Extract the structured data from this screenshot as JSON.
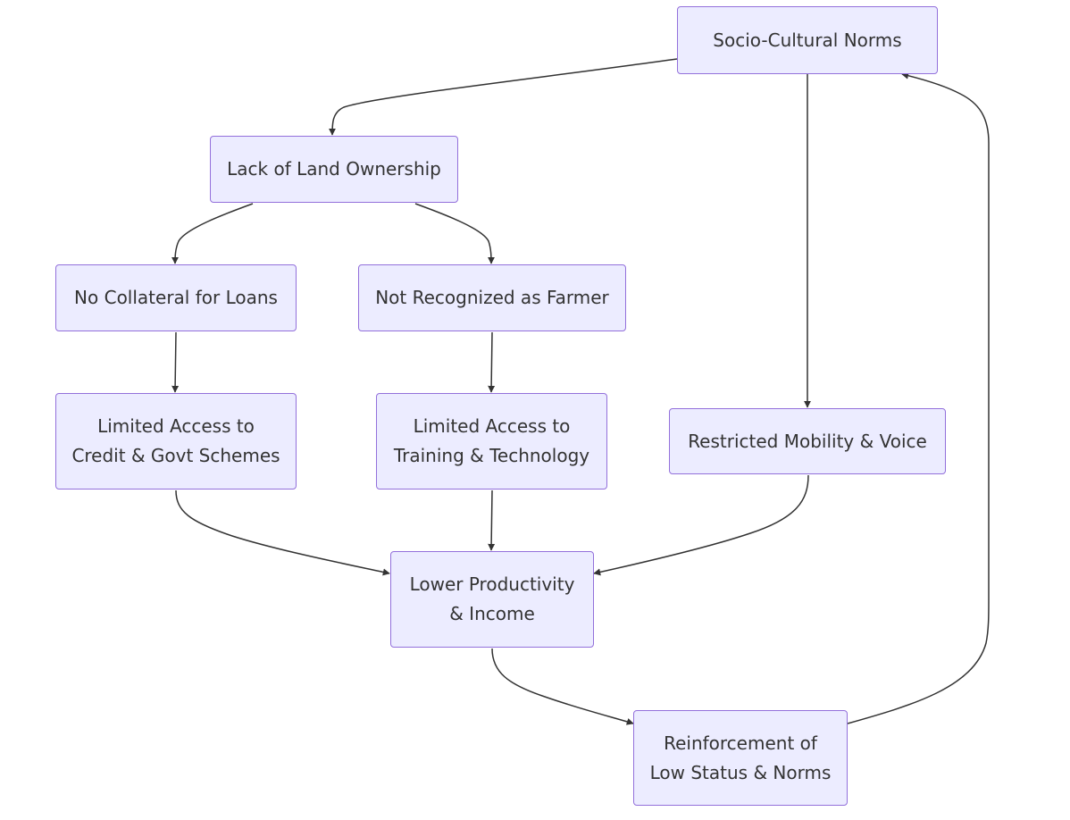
{
  "colors": {
    "node_fill": "#ECECFF",
    "node_border": "#9370DB",
    "edge": "#333333",
    "text": "#333333"
  },
  "nodes": {
    "socio": {
      "lines": [
        "Socio-Cultural Norms"
      ]
    },
    "land": {
      "lines": [
        "Lack of Land Ownership"
      ]
    },
    "collateral": {
      "lines": [
        "No Collateral for Loans"
      ]
    },
    "farmer": {
      "lines": [
        "Not Recognized as Farmer"
      ]
    },
    "credit": {
      "lines": [
        "Limited Access to",
        "Credit & Govt Schemes"
      ]
    },
    "training": {
      "lines": [
        "Limited Access to",
        "Training & Technology"
      ]
    },
    "mobility": {
      "lines": [
        "Restricted Mobility & Voice"
      ]
    },
    "productivity": {
      "lines": [
        "Lower Productivity",
        "& Income"
      ]
    },
    "reinforce": {
      "lines": [
        "Reinforcement of",
        "Low Status & Norms"
      ]
    }
  },
  "edges": [
    {
      "from": "socio",
      "to": "land"
    },
    {
      "from": "socio",
      "to": "mobility"
    },
    {
      "from": "land",
      "to": "collateral"
    },
    {
      "from": "land",
      "to": "farmer"
    },
    {
      "from": "collateral",
      "to": "credit"
    },
    {
      "from": "farmer",
      "to": "training"
    },
    {
      "from": "credit",
      "to": "productivity"
    },
    {
      "from": "training",
      "to": "productivity"
    },
    {
      "from": "mobility",
      "to": "productivity"
    },
    {
      "from": "productivity",
      "to": "reinforce"
    },
    {
      "from": "reinforce",
      "to": "socio"
    }
  ]
}
